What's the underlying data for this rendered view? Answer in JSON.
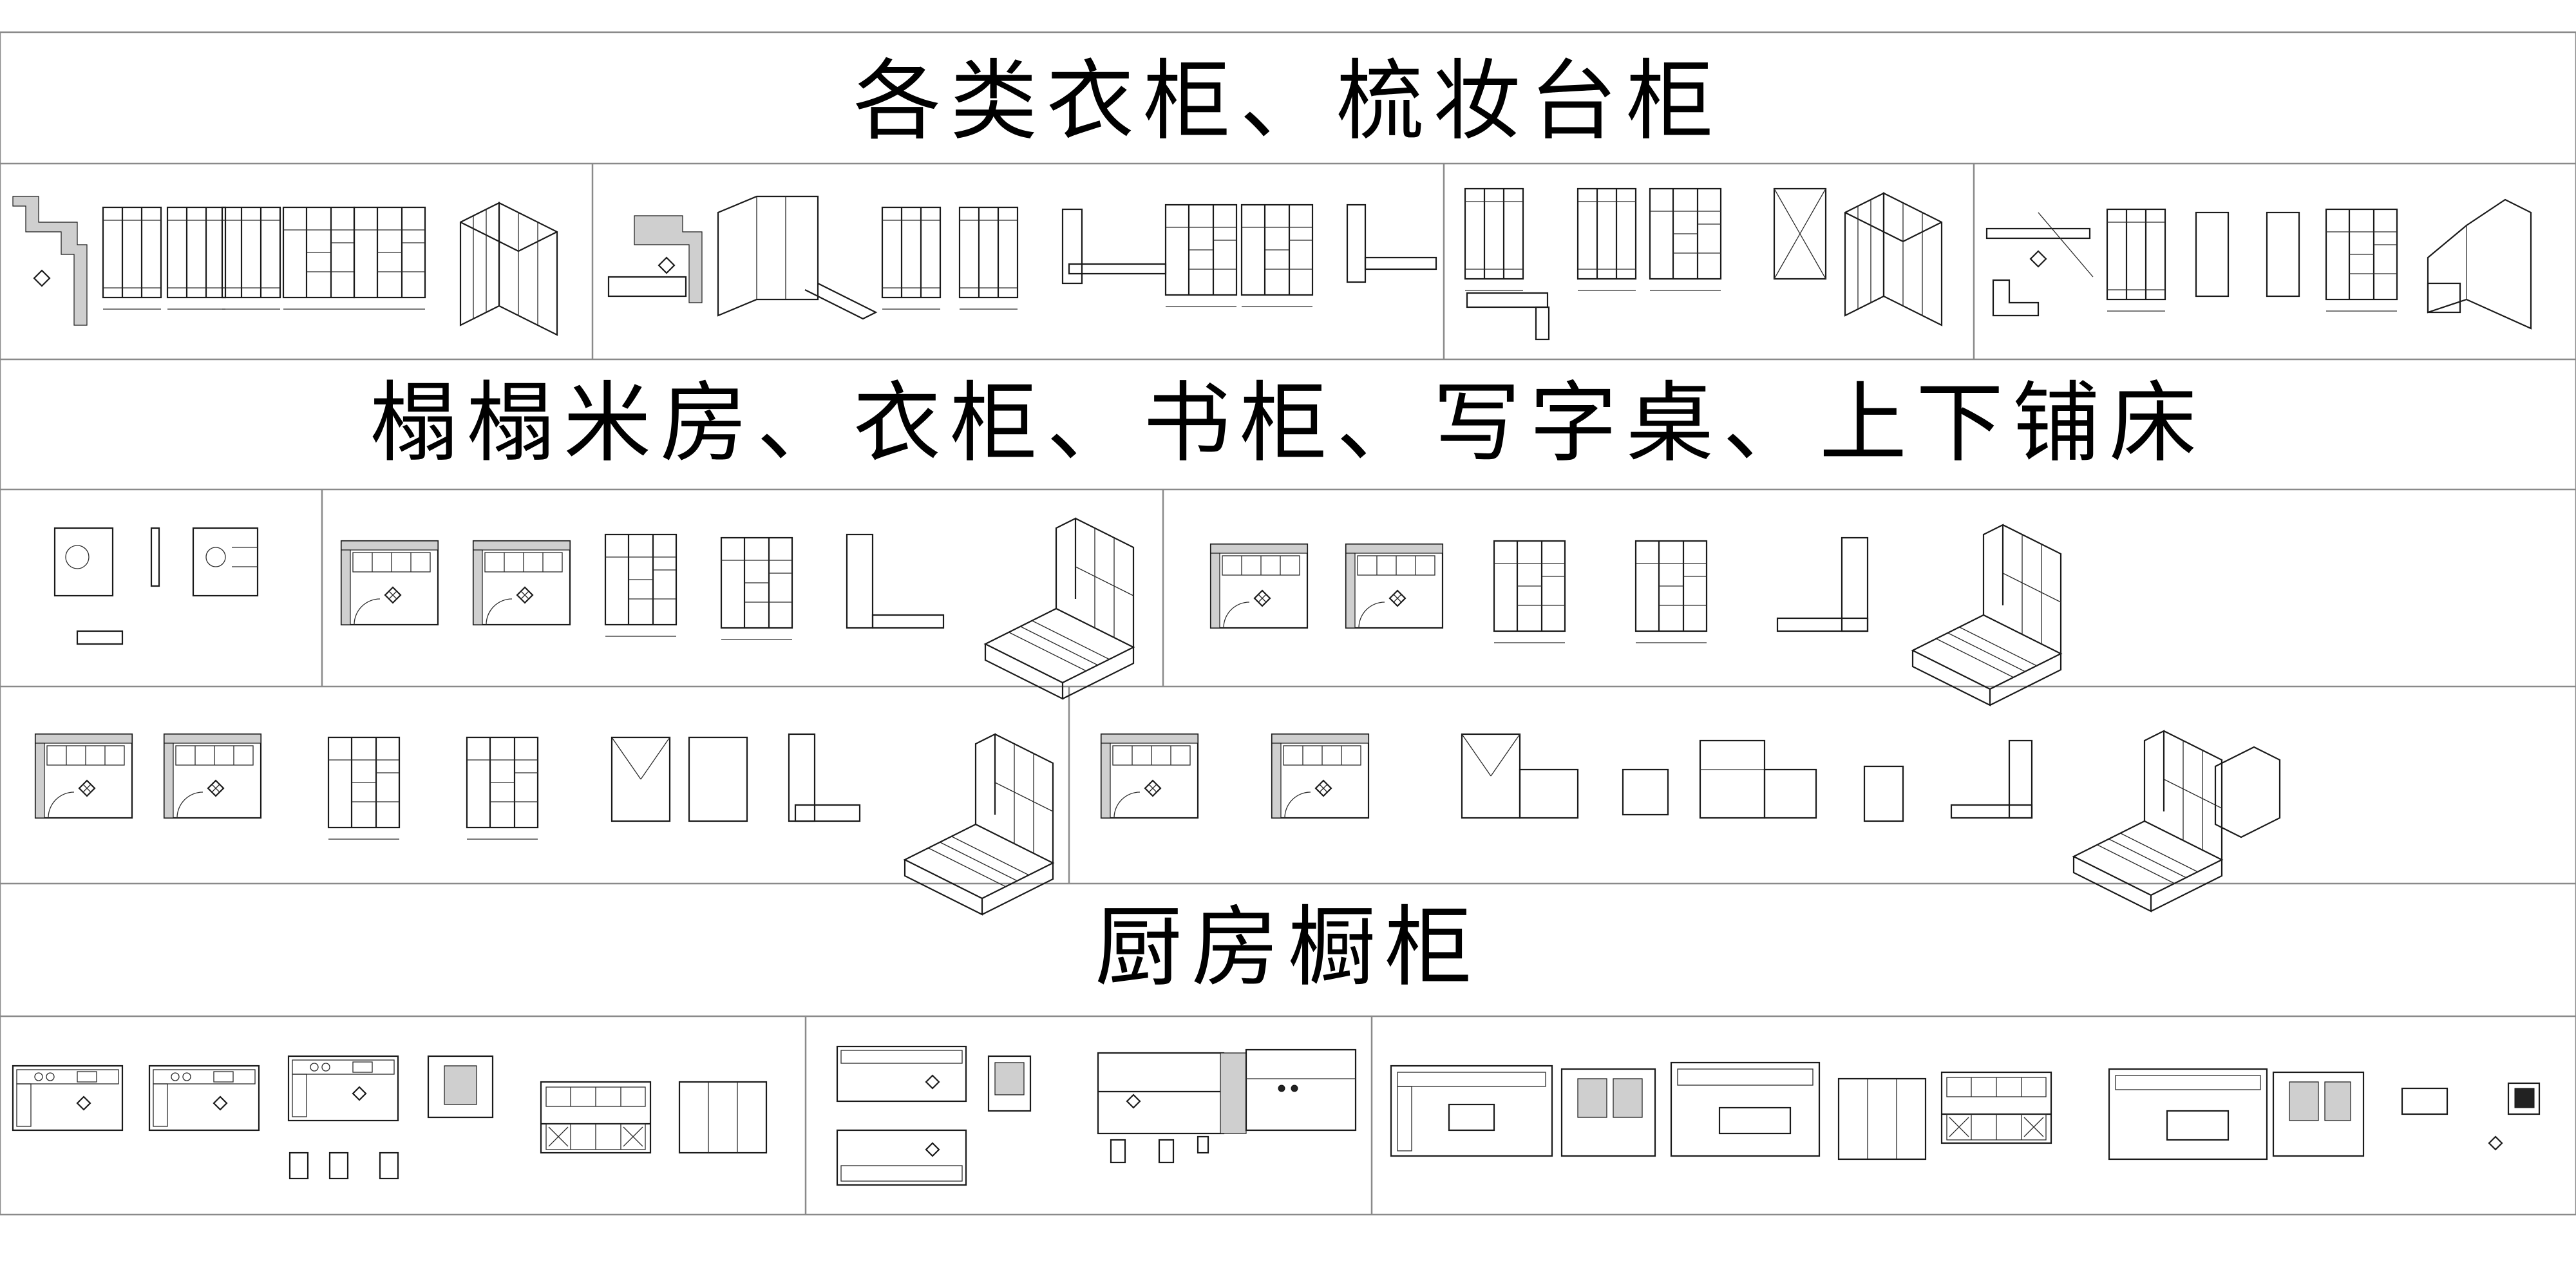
{
  "sections": [
    {
      "title": "各类衣柜、梳妆台柜"
    },
    {
      "title": "榻榻米房、衣柜、书柜、写字桌、上下铺床"
    },
    {
      "title": "厨房橱柜"
    }
  ],
  "drawing_kind": "cad-furniture-elevations",
  "line_color": "#1a1a1a",
  "frame_color": "#8a8a8a"
}
